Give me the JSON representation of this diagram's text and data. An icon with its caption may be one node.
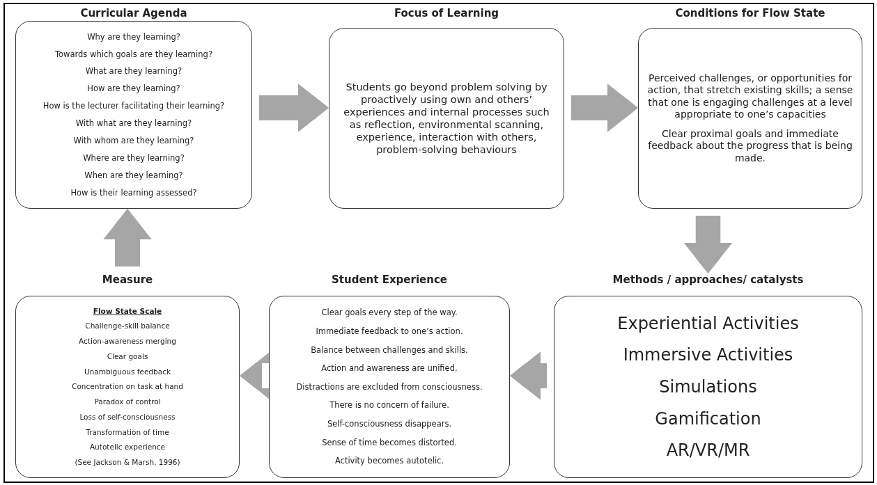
{
  "diagram": {
    "nodes": [
      {
        "text": [
          "Curricular Agenda",
          "Why are they learning?",
          "Towards which goals are they learning?",
          "What are they learning?",
          "How are they learning?",
          "How is the lecturer facilitating their learning?",
          "With what are they learning?",
          "With whom are they learning?",
          "Where are they learning?",
          "When are they learning?",
          "How is their learning assessed?"
        ]
      },
      {
        "text": [
          "Focus of Learning",
          "Students go beyond problem solving by proactively using own and others’ experiences and internal processes such as reflection, environmental scanning, experience, interaction with others, problem-solving behaviours"
        ]
      },
      {
        "text": [
          "Conditions for Flow State",
          "Perceived challenges, or opportunities for action, that stretch existing skills; a sense that one is engaging challenges at a level appropriate to one’s capacities",
          "Clear proximal goals and immediate feedback about the progress that is being made."
        ]
      },
      {
        "text": [
          "Measure",
          "Flow State Scale",
          "Challenge-skill balance",
          "Action-awareness merging",
          "Clear goals",
          "Unambiguous feedback",
          "Concentration on task at hand",
          "Paradox of control",
          "Loss of self-consciousness",
          "Transformation of time",
          "Autotelic experience",
          "(See Jackson & Marsh, 1996)"
        ]
      },
      {
        "text": [
          "Student Experience",
          "Clear goals every step of the way.",
          "Immediate feedback to one’s action.",
          "Balance between challenges and skills.",
          "Action and awareness are unified.",
          "Distractions are excluded from consciousness.",
          "There is no concern of failure.",
          "Self-consciousness disappears.",
          "Sense of time becomes distorted.",
          "Activity becomes autotelic."
        ]
      },
      {
        "text": [
          "Methods / approaches/ catalysts",
          "Experiential Activities",
          "Immersive Activities",
          "Simulations",
          "Gamification",
          "AR/VR/MR"
        ]
      }
    ],
    "edges": [
      {
        "from": 0,
        "to": 1,
        "arrow": "to"
      },
      {
        "from": 1,
        "to": 2,
        "arrow": "to"
      },
      {
        "from": 2,
        "to": 5,
        "arrow": "to"
      },
      {
        "from": 5,
        "to": 4,
        "arrow": "to"
      },
      {
        "from": 4,
        "to": 3,
        "arrow": "to"
      },
      {
        "from": 3,
        "to": 0,
        "arrow": "to"
      }
    ]
  }
}
